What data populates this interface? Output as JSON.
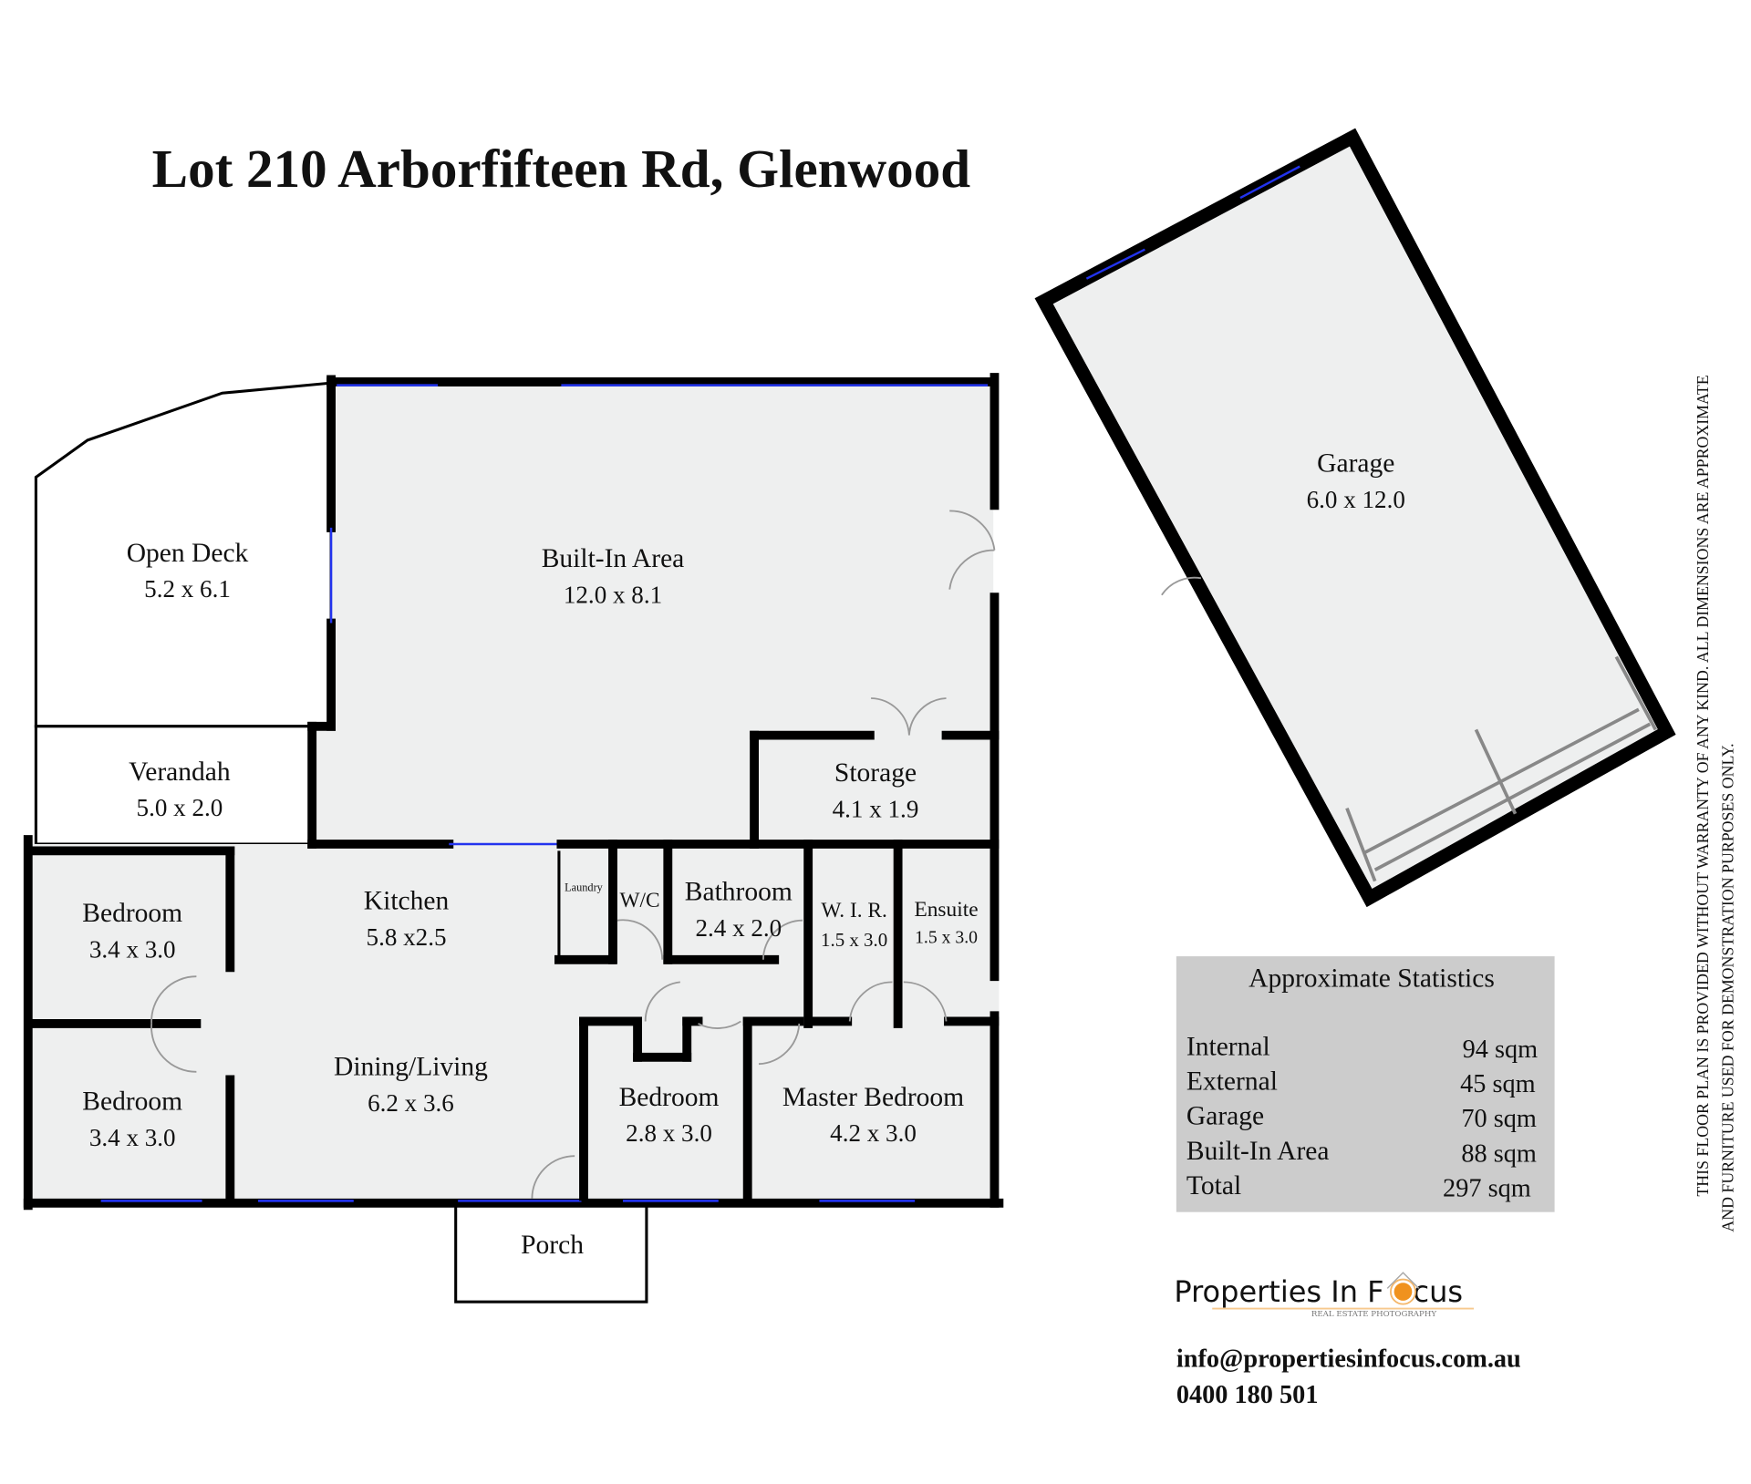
{
  "title": "Lot 210 Arborfifteen Rd, Glenwood",
  "rooms": {
    "open_deck": {
      "name": "Open Deck",
      "dims": "5.2 x 6.1"
    },
    "built_in": {
      "name": "Built-In Area",
      "dims": "12.0 x 8.1"
    },
    "verandah": {
      "name": "Verandah",
      "dims": "5.0 x 2.0"
    },
    "storage": {
      "name": "Storage",
      "dims": "4.1 x 1.9"
    },
    "bedroom1": {
      "name": "Bedroom",
      "dims": "3.4 x 3.0"
    },
    "bedroom2": {
      "name": "Bedroom",
      "dims": "3.4 x 3.0"
    },
    "kitchen": {
      "name": "Kitchen",
      "dims": "5.8 x2.5"
    },
    "dining": {
      "name": "Dining/Living",
      "dims": "6.2 x 3.6"
    },
    "laundry": {
      "name": "Laundry"
    },
    "wc": {
      "name": "W/C"
    },
    "bathroom": {
      "name": "Bathroom",
      "dims": "2.4 x 2.0"
    },
    "wir": {
      "name": "W. I. R.",
      "dims": "1.5 x 3.0"
    },
    "ensuite": {
      "name": "Ensuite",
      "dims": "1.5 x 3.0"
    },
    "bedroom3": {
      "name": "Bedroom",
      "dims": "2.8 x 3.0"
    },
    "master": {
      "name": "Master Bedroom",
      "dims": "4.2 x 3.0"
    },
    "porch": {
      "name": "Porch"
    },
    "garage": {
      "name": "Garage",
      "dims": "6.0 x 12.0"
    }
  },
  "stats": {
    "title": "Approximate Statistics",
    "rows": [
      {
        "label": "Internal",
        "value": "94 sqm"
      },
      {
        "label": "External",
        "value": "45 sqm"
      },
      {
        "label": "Garage",
        "value": "70 sqm"
      },
      {
        "label": "Built-In Area",
        "value": "88 sqm"
      },
      {
        "label": "Total",
        "value": "297 sqm"
      }
    ]
  },
  "brand": {
    "name_part1": "Properties In F",
    "name_part2": "cus",
    "tagline": "REAL ESTATE PHOTOGRAPHY",
    "accent": "#f0921e"
  },
  "contact": {
    "email": "info@propertiesinfocus.com.au",
    "phone": "0400 180 501"
  },
  "disclaimer": {
    "line1": "THIS FLOOR PLAN IS PROVIDED WITHOUT WARRANTY OF ANY KIND. ALL DIMENSIONS ARE APPROXIMATE",
    "line2": "AND FURNITURE USED FOR DEMONSTRATION PURPOSES ONLY."
  },
  "colors": {
    "floor": "#eeefef",
    "stats_bg": "#cccccc",
    "window": "#2233ee"
  }
}
